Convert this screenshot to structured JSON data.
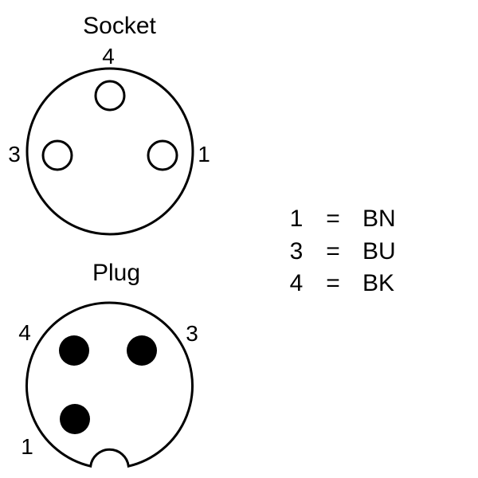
{
  "socket": {
    "title": "Socket",
    "pins": [
      {
        "number": "4"
      },
      {
        "number": "3"
      },
      {
        "number": "1"
      }
    ]
  },
  "plug": {
    "title": "Plug",
    "pins": [
      {
        "number": "4"
      },
      {
        "number": "3"
      },
      {
        "number": "1"
      }
    ]
  },
  "legend": [
    {
      "pin": "1",
      "sep": "=",
      "code": "BN"
    },
    {
      "pin": "3",
      "sep": "=",
      "code": "BU"
    },
    {
      "pin": "4",
      "sep": "=",
      "code": "BK"
    }
  ]
}
